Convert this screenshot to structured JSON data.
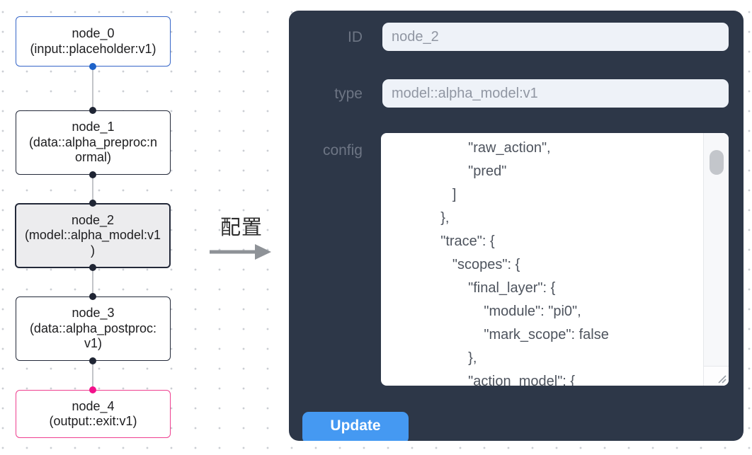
{
  "flow": {
    "nodes": [
      {
        "title": "node_0",
        "subtitle": "(input::placeholder:v1)",
        "kind": "input"
      },
      {
        "title": "node_1",
        "subtitle": "(data::alpha_preproc:n\normal)",
        "kind": "data"
      },
      {
        "title": "node_2",
        "subtitle": "(model::alpha_model:v1\n)",
        "kind": "model-selected"
      },
      {
        "title": "node_3",
        "subtitle": "(data::alpha_postproc:\nv1)",
        "kind": "data"
      },
      {
        "title": "node_4",
        "subtitle": "(output::exit:v1)",
        "kind": "output"
      }
    ],
    "colors": {
      "input_border": "#3666c8",
      "default_border": "#232939",
      "output_border": "#ee3f8f",
      "selected_bg": "#ececee",
      "edge": "#c3c5c9",
      "handle_dark": "#1f2534",
      "handle_blue": "#1f63c9",
      "handle_pink": "#f2118b"
    }
  },
  "transition": {
    "label": "配置"
  },
  "panel": {
    "bg": "#2d3748",
    "id_label": "ID",
    "id_value": "node_2",
    "type_label": "type",
    "type_value": "model::alpha_model:v1",
    "config_label": "config",
    "config_text": "                    \"raw_action\",\n                    \"pred\"\n                ]\n             },\n             \"trace\": {\n                \"scopes\": {\n                    \"final_layer\": {\n                        \"module\": \"pi0\",\n                        \"mark_scope\": false\n                    },\n                    \"action_model\": {",
    "update_label": "Update",
    "button_color": "#4599f2"
  }
}
